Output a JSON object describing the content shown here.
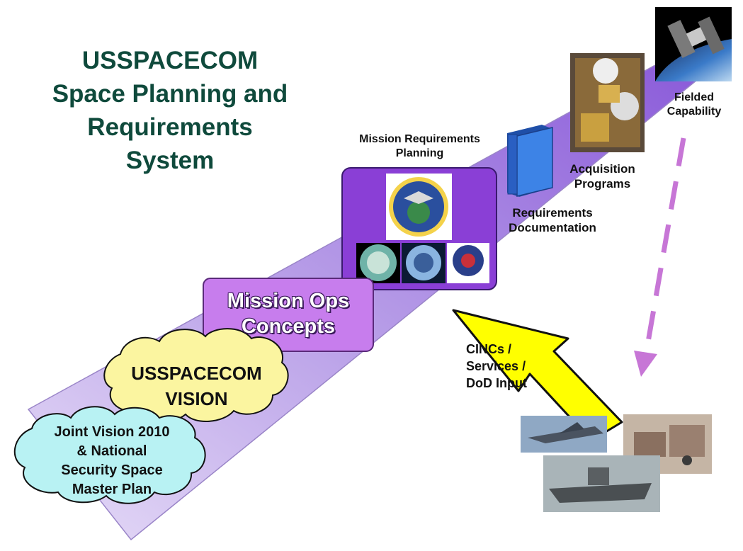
{
  "title": {
    "line1": "USSPACECOM",
    "line2": "Space Planning and",
    "line3": "Requirements",
    "line4": "System"
  },
  "stages": {
    "joint_vision": {
      "line1": "Joint Vision 2010",
      "line2": "& National",
      "line3": "Security Space",
      "line4": "Master Plan"
    },
    "vision": {
      "line1": "USSPACECOM",
      "line2": "VISION"
    },
    "mission_ops": {
      "line1": "Mission Ops",
      "line2": "Concepts"
    },
    "mission_req_planning": {
      "line1": "Mission Requirements",
      "line2": "Planning"
    },
    "requirements_doc": {
      "line1": "Requirements",
      "line2": "Documentation"
    },
    "acquisition": {
      "line1": "Acquisition",
      "line2": "Programs"
    },
    "fielded": {
      "line1": "Fielded",
      "line2": "Capability"
    }
  },
  "input_arrow": {
    "line1": "CINCs /",
    "line2": "Services /",
    "line3": "DoD Input"
  },
  "colors": {
    "title": "#0f4a3c",
    "band": "#b9a0e8",
    "band_dark": "#8a5ad9",
    "ops_box": "#c77ded",
    "planning_box": "#8a3fd6",
    "vision_cloud": "#fbf5a0",
    "jv_cloud": "#b8f2f3",
    "input_arrow": "#ffff00",
    "dashed_arrow": "#c776d6",
    "binder": "#3d83e6"
  },
  "icons": [
    "usspacecom-seal-icon",
    "component-seal-icon",
    "binder-icon",
    "satellite-icon",
    "fighter-jet-icon",
    "military-vehicles-icon",
    "warship-icon"
  ]
}
